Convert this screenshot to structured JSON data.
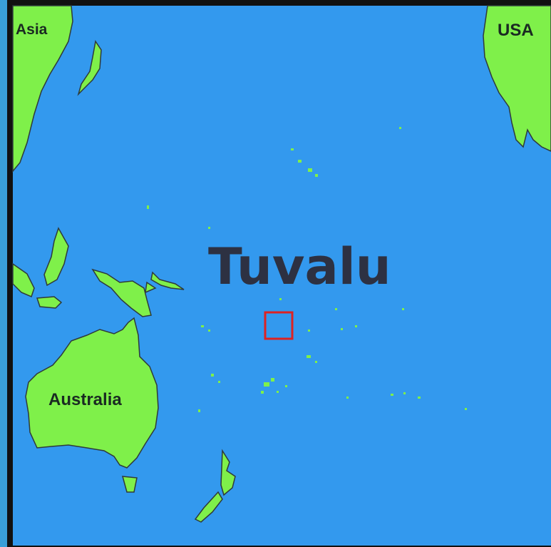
{
  "map": {
    "title": "Tuvalu",
    "colors": {
      "ocean": "#3399ee",
      "land": "#7ff04a",
      "outline": "#2f3a3a",
      "frame": "#111111",
      "title": "#2d3142",
      "marker": "#dd2222"
    },
    "regions": {
      "asia": "Asia",
      "usa": "USA",
      "australia": "Australia"
    }
  }
}
